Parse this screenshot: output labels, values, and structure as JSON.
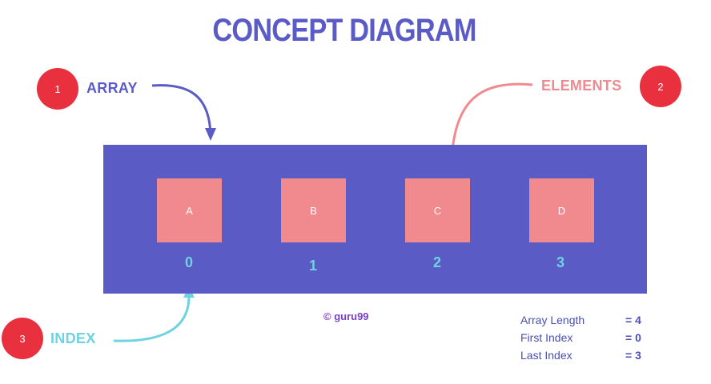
{
  "title": "CONCEPT DIAGRAM",
  "callouts": [
    {
      "number": "1",
      "label": "ARRAY",
      "color": "#5a5bc4"
    },
    {
      "number": "2",
      "label": "ELEMENTS",
      "color": "#f08a8f"
    },
    {
      "number": "3",
      "label": "INDEX",
      "color": "#6ed3e0"
    }
  ],
  "array": {
    "elements": [
      "A",
      "B",
      "C",
      "D"
    ],
    "indexes": [
      "0",
      "1",
      "2",
      "3"
    ]
  },
  "copyright": "© guru99",
  "info": [
    {
      "label": "Array Length",
      "value": "= 4"
    },
    {
      "label": "First Index",
      "value": "= 0"
    },
    {
      "label": "Last Index",
      "value": "= 3"
    }
  ],
  "colors": {
    "title": "#5b5bc7",
    "array_box": "#5a5bc4",
    "element_cell": "#f08a8f",
    "badge": "#e8303f",
    "index_text": "#6ed3e0",
    "copyright": "#7a3fc7"
  }
}
